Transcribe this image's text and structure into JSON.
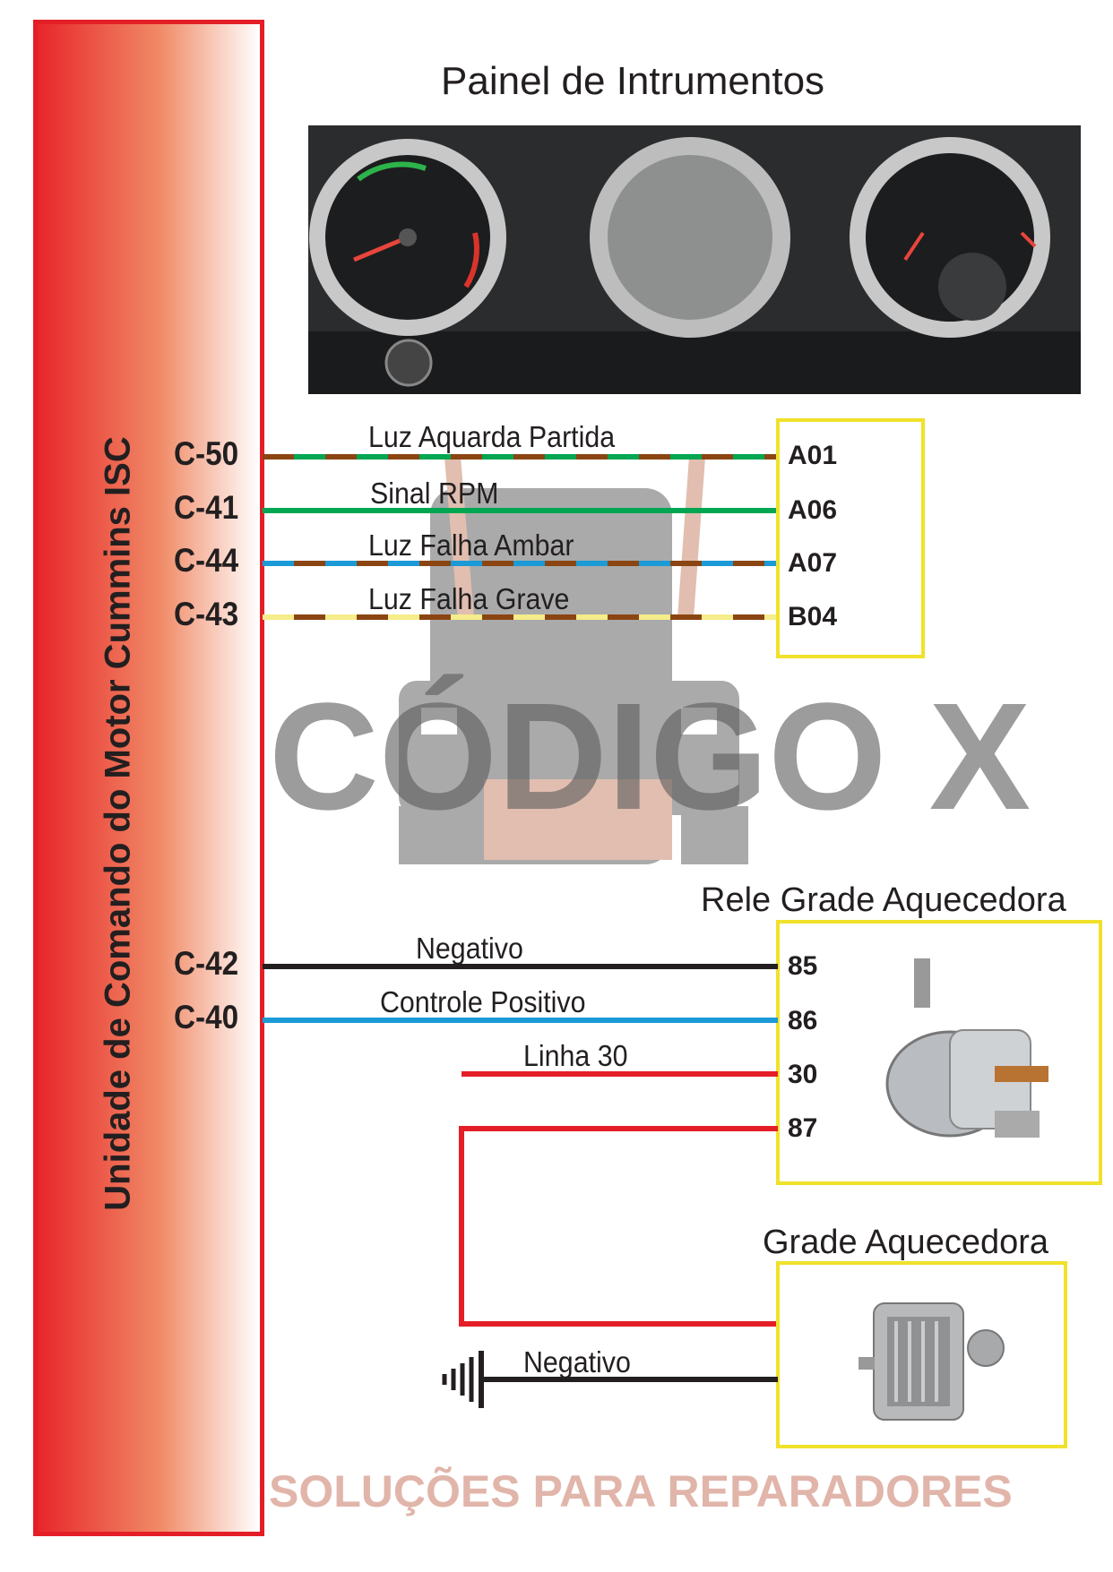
{
  "ecu": {
    "label": "Unidade de Comando do Motor Cummins ISC"
  },
  "panel": {
    "title": "Painel de Intrumentos"
  },
  "panel_wires": [
    {
      "connector": "C-50",
      "label": "Luz Aquarda Partida",
      "pin": "A01",
      "colors": [
        "#00a651",
        "#8b4513"
      ]
    },
    {
      "connector": "C-41",
      "label": "Sinal RPM",
      "pin": "A06",
      "colors": [
        "#00a651"
      ]
    },
    {
      "connector": "C-44",
      "label": "Luz Falha Ambar",
      "pin": "A07",
      "colors": [
        "#8b4513",
        "#1b9ad6"
      ]
    },
    {
      "connector": "C-43",
      "label": "Luz Falha Grave",
      "pin": "B04",
      "colors": [
        "#8b4513",
        "#f5ec8a"
      ]
    }
  ],
  "relay": {
    "title": "Rele Grade Aquecedora",
    "wires": [
      {
        "connector": "C-42",
        "label": "Negativo",
        "pin": "85",
        "color": "#231f20"
      },
      {
        "connector": "C-40",
        "label": "Controle Positivo",
        "pin": "86",
        "color": "#1b9ad6"
      },
      {
        "connector": "",
        "label": "Linha 30",
        "pin": "30",
        "color": "#e41e26"
      },
      {
        "connector": "",
        "label": "",
        "pin": "87",
        "color": "#e41e26"
      }
    ]
  },
  "heater": {
    "title": "Grade Aquecedora",
    "ground_label": "Negativo"
  },
  "watermark": {
    "brand": "CÓDIGO X",
    "tagline": "SOLUÇÕES PARA REPARADORES"
  }
}
